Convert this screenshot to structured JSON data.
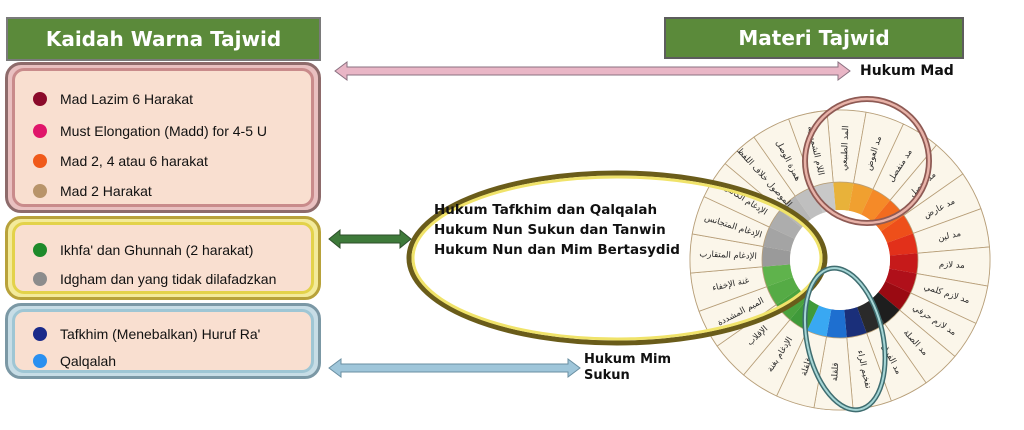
{
  "headers": {
    "left": "Kaidah Warna Tajwid",
    "right": "Materi Tajwid"
  },
  "panels": [
    {
      "items": [
        {
          "label": "Mad Lazim 6 Harakat",
          "color": "#8b0a2a"
        },
        {
          "label": "Must Elongation (Madd) for 4-5 U",
          "color": "#e0166a"
        },
        {
          "label": "Mad 2, 4 atau 6 harakat",
          "color": "#f05a1a"
        },
        {
          "label": "Mad 2 Harakat",
          "color": "#b8946a"
        }
      ]
    },
    {
      "items": [
        {
          "label": "Ikhfa' dan Ghunnah (2 harakat)",
          "color": "#1e8a2a"
        },
        {
          "label": "Idgham dan yang tidak dilafadzkan",
          "color": "#8c8c8c"
        }
      ]
    },
    {
      "items": [
        {
          "label": "Tafkhim (Menebalkan) Huruf Ra'",
          "color": "#1a2a8a"
        },
        {
          "label": "Qalqalah",
          "color": "#2a90f0"
        }
      ]
    }
  ],
  "labels": {
    "hukum_mad": "Hukum Mad",
    "hukum_mim_1": "Hukum Mim",
    "hukum_mim_2": "Sukun"
  },
  "oval_text": [
    "Hukum Tafkhim dan Qalqalah",
    "Hukum Nun Sukun dan Tanwin",
    "Hukum Nun dan Mim Bertasydid"
  ],
  "wheel": {
    "segments": [
      {
        "name": "madd-2",
        "color": "#e8b23a",
        "arabic": "المد الطبيعي"
      },
      {
        "name": "madd-2b",
        "color": "#f0a030",
        "arabic": "مد العوض"
      },
      {
        "name": "madd-4",
        "color": "#f58a28",
        "arabic": "مد منفصل"
      },
      {
        "name": "madd-4b",
        "color": "#f26b1f",
        "arabic": "مد متصل"
      },
      {
        "name": "madd-5",
        "color": "#ee4f1a",
        "arabic": "مد عارض"
      },
      {
        "name": "madd-6a",
        "color": "#e2301a",
        "arabic": "مد لين"
      },
      {
        "name": "madd-6b",
        "color": "#c61a1a",
        "arabic": "مد لازم"
      },
      {
        "name": "madd-6c",
        "color": "#b0101a",
        "arabic": "مد لازم كلمي"
      },
      {
        "name": "madd-6d",
        "color": "#9a0a12",
        "arabic": "مد لازم حرفي"
      },
      {
        "name": "black-1",
        "color": "#1e1e1e",
        "arabic": "مد الصلة"
      },
      {
        "name": "black-2",
        "color": "#2a2a2a",
        "arabic": "مد الفرق"
      },
      {
        "name": "tafkhim-1",
        "color": "#1a2f7a",
        "arabic": "تفخيم الراء"
      },
      {
        "name": "qalqalah-1",
        "color": "#1e6fd0",
        "arabic": "قلقلة"
      },
      {
        "name": "qalqalah-2",
        "color": "#39a8f2",
        "arabic": "قلقلة"
      },
      {
        "name": "ghunnah-1",
        "color": "#3f9a3a",
        "arabic": "الإدغام بغنة"
      },
      {
        "name": "ghunnah-2",
        "color": "#4aa23e",
        "arabic": "الإقلاب"
      },
      {
        "name": "ghunnah-3",
        "color": "#55ab45",
        "arabic": "الميم المشددة"
      },
      {
        "name": "ghunnah-4",
        "color": "#5fb34c",
        "arabic": "غنة الإخفاء"
      },
      {
        "name": "grey-1",
        "color": "#9a9a9a",
        "arabic": "الإدغام المتقارب"
      },
      {
        "name": "grey-2",
        "color": "#a4a4a4",
        "arabic": "الإدغام المتجانس"
      },
      {
        "name": "grey-3",
        "color": "#adadad",
        "arabic": "الإدغام الكامل"
      },
      {
        "name": "grey-4",
        "color": "#b6b6b6",
        "arabic": "الموصول خلاف اللفظ"
      },
      {
        "name": "grey-5",
        "color": "#bfbfbf",
        "arabic": "همزة الوصل"
      },
      {
        "name": "grey-6",
        "color": "#c8c8c8",
        "arabic": "اللام الشمسية"
      }
    ]
  }
}
